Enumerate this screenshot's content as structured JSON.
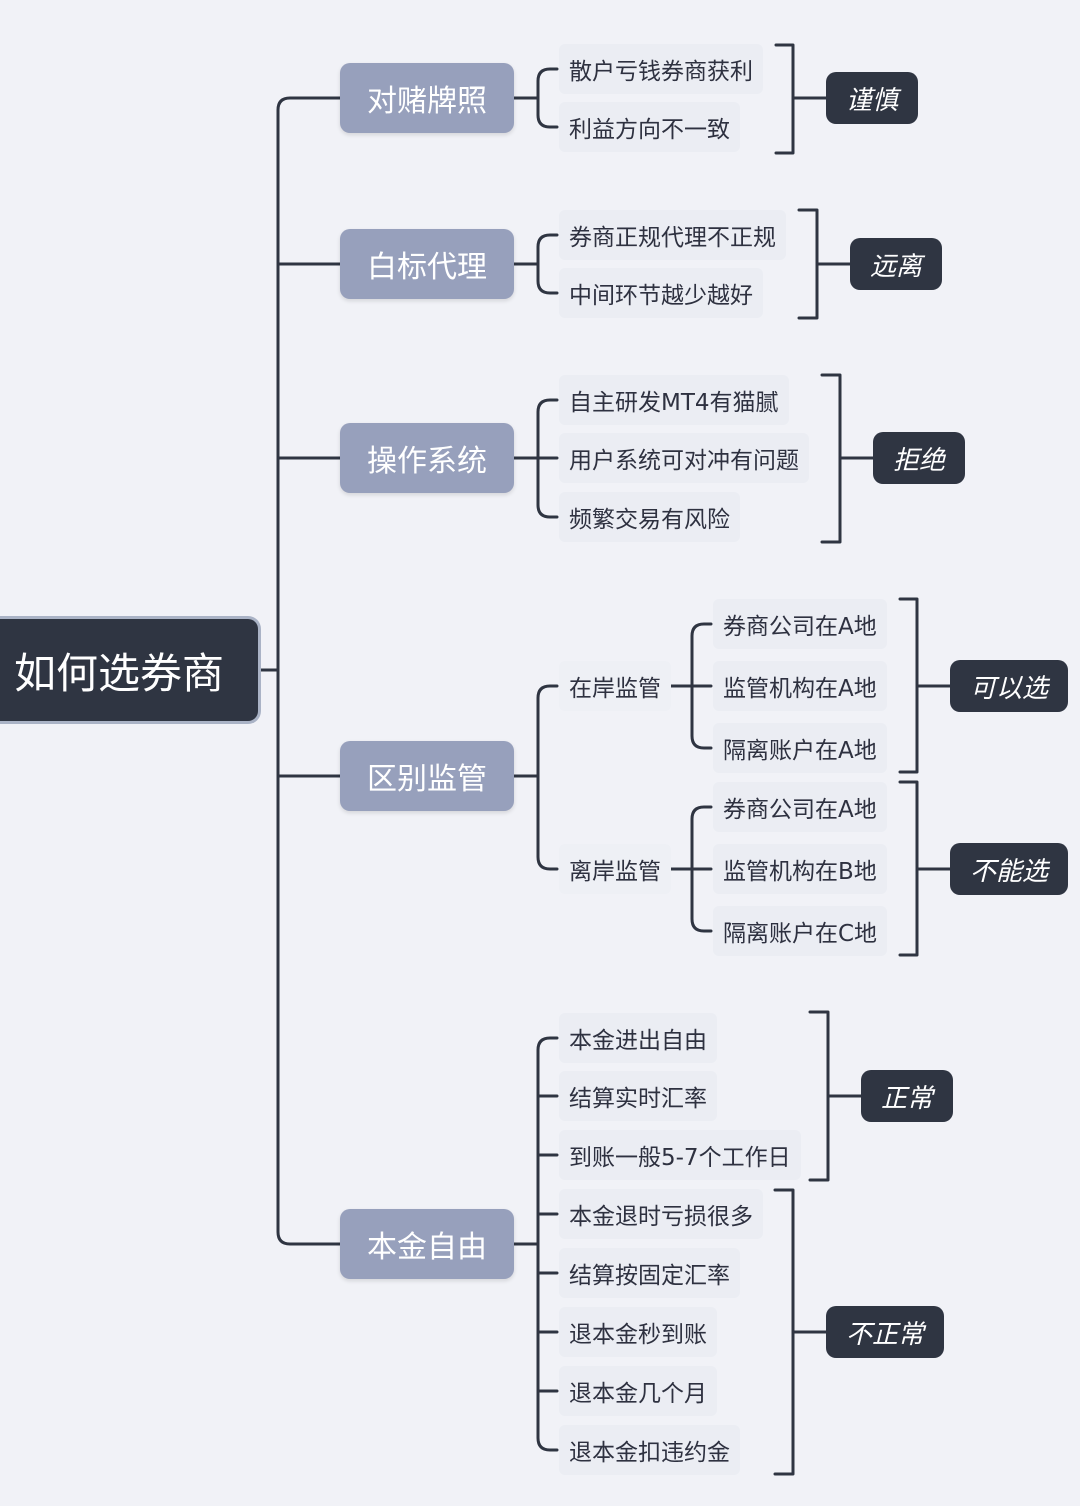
{
  "root": "如何选券商",
  "branches": [
    {
      "label": "对赌牌照",
      "leaves": [
        "散户亏钱券商获利",
        "利益方向不一致"
      ],
      "verdict": "谨慎"
    },
    {
      "label": "白标代理",
      "leaves": [
        "券商正规代理不正规",
        "中间环节越少越好"
      ],
      "verdict": "远离"
    },
    {
      "label": "操作系统",
      "leaves": [
        "自主研发MT4有猫腻",
        "用户系统可对冲有问题",
        "频繁交易有风险"
      ],
      "verdict": "拒绝"
    },
    {
      "label": "区别监管",
      "subs": [
        {
          "label": "在岸监管",
          "leaves": [
            "券商公司在A地",
            "监管机构在A地",
            "隔离账户在A地"
          ],
          "verdict": "可以选"
        },
        {
          "label": "离岸监管",
          "leaves": [
            "券商公司在A地",
            "监管机构在B地",
            "隔离账户在C地"
          ],
          "verdict": "不能选"
        }
      ]
    },
    {
      "label": "本金自由",
      "groups": [
        {
          "leaves": [
            "本金进出自由",
            "结算实时汇率",
            "到账一般5-7个工作日"
          ],
          "verdict": "正常"
        },
        {
          "leaves": [
            "本金退时亏损很多",
            "结算按固定汇率",
            "退本金秒到账",
            "退本金几个月",
            "退本金扣违约金"
          ],
          "verdict": "不正常"
        }
      ]
    }
  ]
}
